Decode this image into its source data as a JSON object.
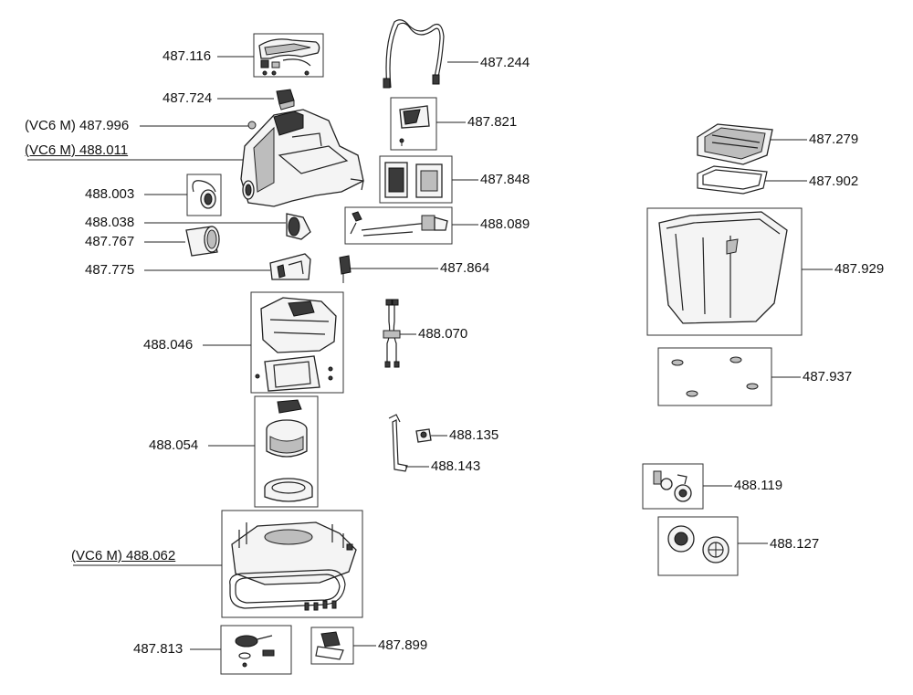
{
  "parts": [
    {
      "id": "p487116",
      "label": "487.116"
    },
    {
      "id": "p487244",
      "label": "487.244"
    },
    {
      "id": "p487724",
      "label": "487.724"
    },
    {
      "id": "p487996",
      "label": "(VC6 M) 487.996"
    },
    {
      "id": "p487821",
      "label": "487.821"
    },
    {
      "id": "p488011",
      "label": "(VC6 M) 488.011"
    },
    {
      "id": "p487279",
      "label": "487.279"
    },
    {
      "id": "p487848",
      "label": "487.848"
    },
    {
      "id": "p487902",
      "label": "487.902"
    },
    {
      "id": "p488003",
      "label": "488.003"
    },
    {
      "id": "p488038",
      "label": "488.038"
    },
    {
      "id": "p488089",
      "label": "488.089"
    },
    {
      "id": "p487767",
      "label": "487.767"
    },
    {
      "id": "p487929",
      "label": "487.929"
    },
    {
      "id": "p487775",
      "label": "487.775"
    },
    {
      "id": "p487864",
      "label": "487.864"
    },
    {
      "id": "p488070",
      "label": "488.070"
    },
    {
      "id": "p488046",
      "label": "488.046"
    },
    {
      "id": "p487937",
      "label": "487.937"
    },
    {
      "id": "p488135",
      "label": "488.135"
    },
    {
      "id": "p488054",
      "label": "488.054"
    },
    {
      "id": "p488143",
      "label": "488.143"
    },
    {
      "id": "p488119",
      "label": "488.119"
    },
    {
      "id": "p488127",
      "label": "488.127"
    },
    {
      "id": "p488062",
      "label": "(VC6 M) 488.062"
    },
    {
      "id": "p487813",
      "label": "487.813"
    },
    {
      "id": "p487899",
      "label": "487.899"
    }
  ]
}
